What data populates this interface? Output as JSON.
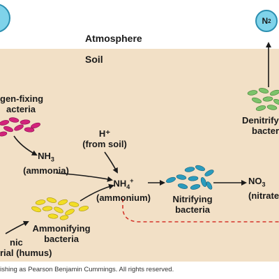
{
  "regions": {
    "atmosphere": "Atmosphere",
    "soil": "Soil"
  },
  "nodes": {
    "n2_label": "N",
    "n2_sub": "2"
  },
  "labels": {
    "nitrogen_fixing_line1": "gen-fixing",
    "nitrogen_fixing_line2": "acteria",
    "h_plus": "H⁺",
    "from_soil": "(from soil)",
    "nh3": "NH",
    "nh3_sub": "3",
    "ammonia": "(ammonia)",
    "nh4": "NH",
    "nh4_sub": "4",
    "nh4_sup": "+",
    "ammonium": "(ammonium)",
    "nitrifying_line1": "Nitrifying",
    "nitrifying_line2": "bacteria",
    "no3": "NO",
    "no3_sub": "3",
    "nitrate": "(nitrate",
    "denitrifying_line1": "Denitrify",
    "denitrifying_line2": "bacter",
    "ammonifying_line1": "Ammonifying",
    "ammonifying_line2": "bacteria",
    "organic_line1": "nic",
    "organic_line2": "rial (humus)"
  },
  "footer": {
    "copyright": "ishing as Pearson Benjamin Cummings. All rights reserved."
  },
  "colors": {
    "soil": "#f2e0c6",
    "nitrogen_fixing_bacteria": "#d2237a",
    "nitrifying_bacteria": "#2a9bbd",
    "denitrifying_bacteria": "#7cc36a",
    "ammonifying_bacteria": "#f2dd25",
    "dashed_line": "#d4342a"
  }
}
